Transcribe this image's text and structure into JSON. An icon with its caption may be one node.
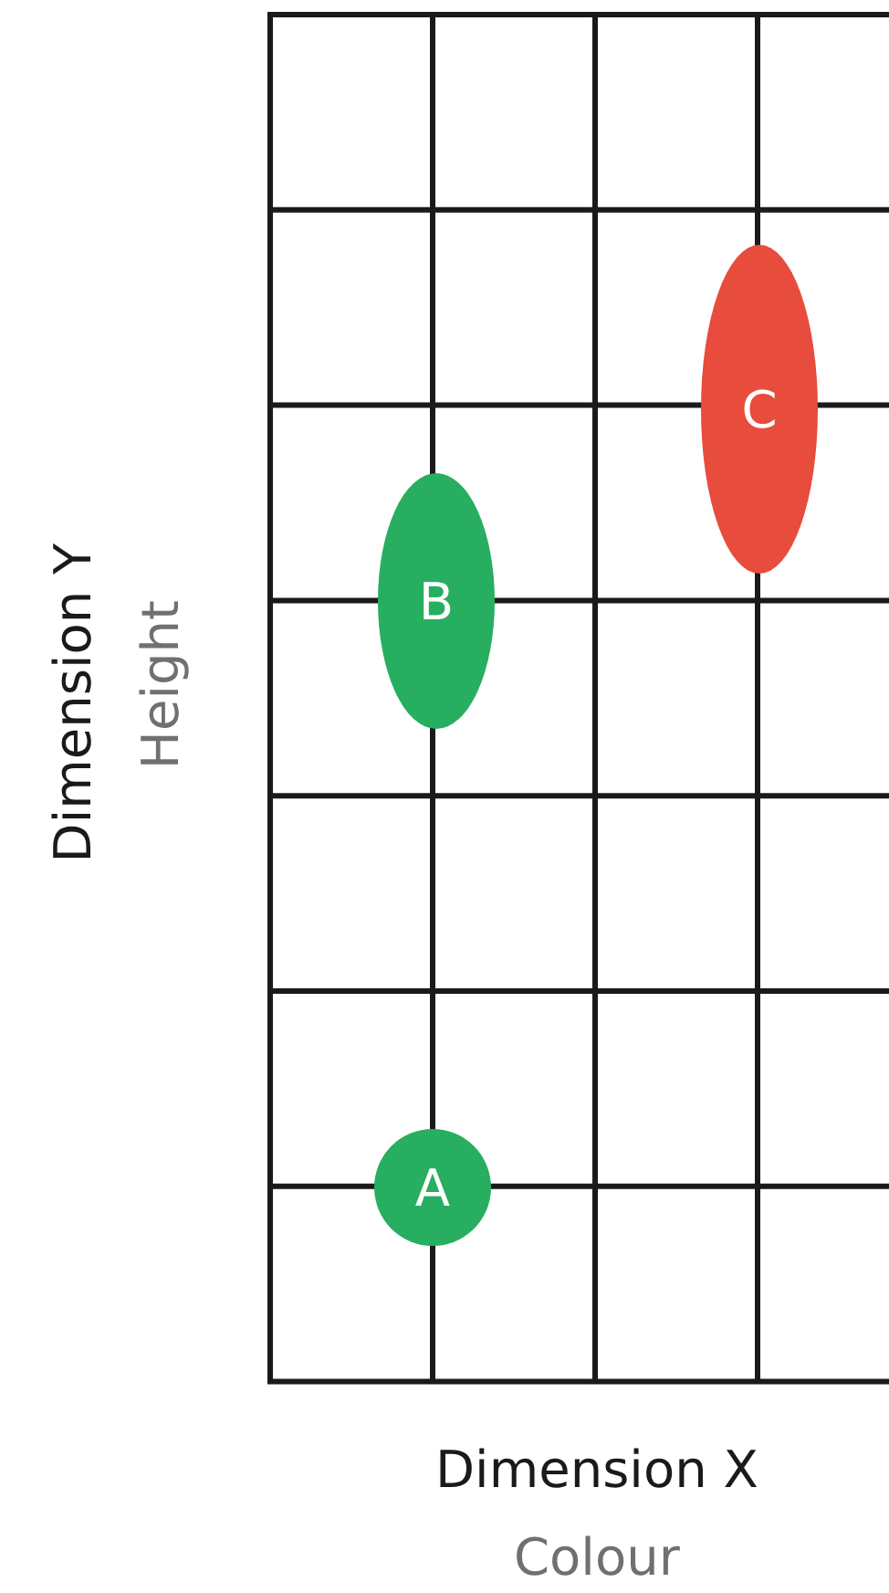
{
  "diagram": {
    "nodes": [
      {
        "text": [
          "A"
        ]
      },
      {
        "text": [
          "B"
        ]
      },
      {
        "text": [
          "C"
        ]
      }
    ],
    "labels": [
      "Dimension Y",
      "Height",
      "Dimension X",
      "Colour"
    ]
  }
}
